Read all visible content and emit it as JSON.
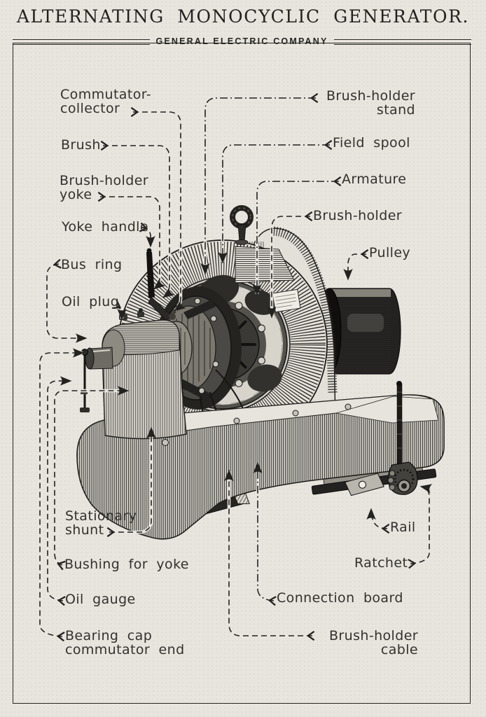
{
  "page": {
    "title": "ALTERNATING MONOCYCLIC GENERATOR.",
    "company": "GENERAL ELECTRIC COMPANY"
  },
  "callouts": {
    "commutator_collector": "Commutator-\ncollector",
    "brush": "Brush",
    "brush_holder_yoke": "Brush-holder\nyoke",
    "yoke_handle": "Yoke handle",
    "bus_ring": "Bus ring",
    "oil_plug": "Oil plug",
    "stationary_shunt": "Stationary\nshunt",
    "bushing_for_yoke": "Bushing for yoke",
    "oil_gauge": "Oil gauge",
    "bearing_cap_commutator_end": "Bearing cap\ncommutator end",
    "brush_holder_stand": "Brush-holder\nstand",
    "field_spool": "Field spool",
    "armature": "Armature",
    "brush_holder": "Brush-holder",
    "pulley": "Pulley",
    "rail": "Rail",
    "ratchet": "Ratchet",
    "connection_board": "Connection board",
    "brush_holder_cable": "Brush-holder\ncable"
  },
  "colors": {
    "paper": "#e8e5df",
    "ink": "#23221f"
  }
}
